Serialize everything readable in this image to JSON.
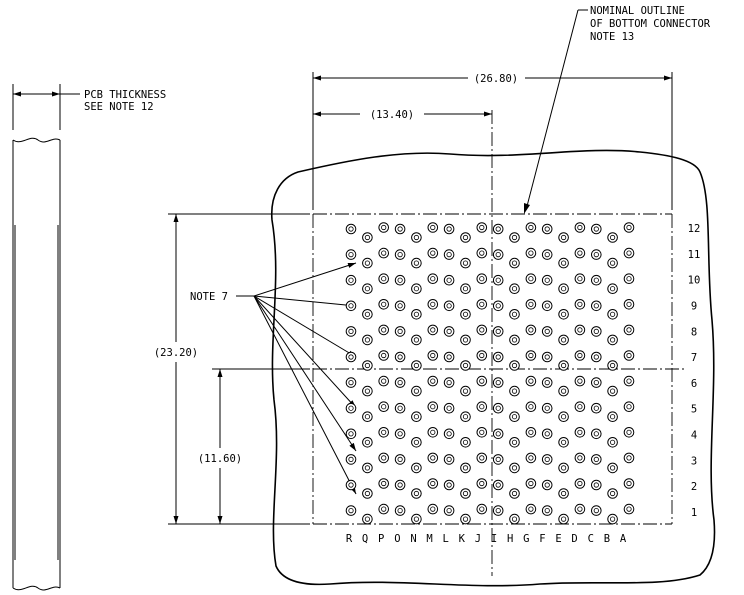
{
  "labels": {
    "pcb_note_line1": "PCB THICKNESS",
    "pcb_note_line2": "SEE NOTE 12",
    "outline_note_line1": "NOMINAL OUTLINE",
    "outline_note_line2": "OF BOTTOM CONNECTOR",
    "outline_note_line3": "NOTE 13",
    "note7": "NOTE 7"
  },
  "dimensions": {
    "overall_width": "(26.80)",
    "half_width": "(13.40)",
    "overall_height": "(23.20)",
    "half_height": "(11.60)"
  },
  "columns": [
    "R",
    "Q",
    "P",
    "O",
    "N",
    "M",
    "L",
    "K",
    "J",
    "I",
    "H",
    "G",
    "F",
    "E",
    "D",
    "C",
    "B",
    "A"
  ],
  "rows": [
    "12",
    "11",
    "10",
    "9",
    "8",
    "7",
    "6",
    "5",
    "4",
    "3",
    "2",
    "1"
  ]
}
